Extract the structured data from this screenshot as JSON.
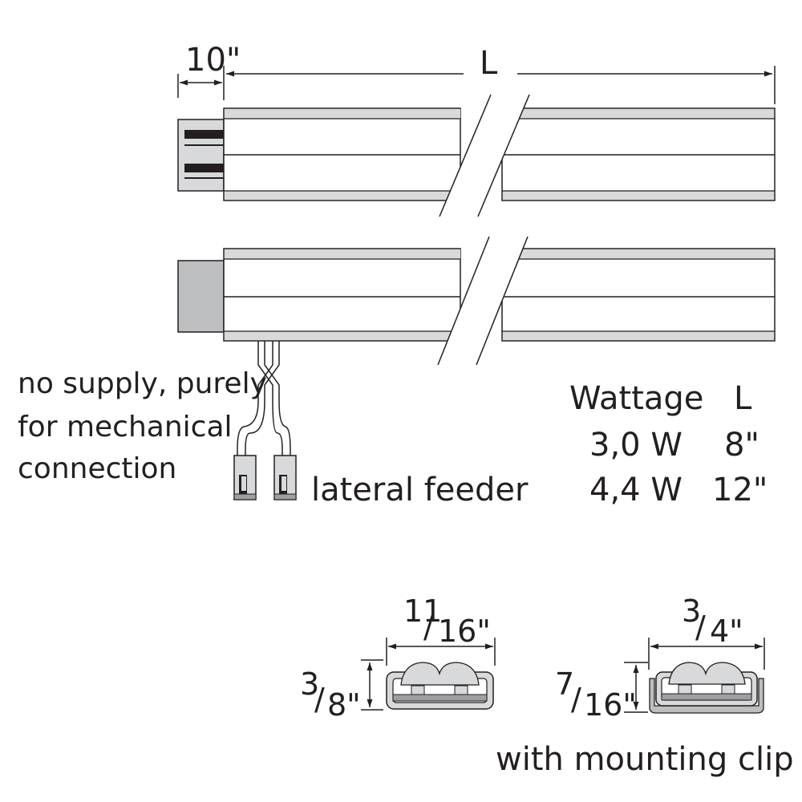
{
  "colors": {
    "line": "#231f20",
    "light_gray": "#d7d9da",
    "mid_gray": "#bcbec0",
    "dark_gray": "#9d9fa2",
    "black": "#231f20"
  },
  "top_dims": {
    "cable_length": "10\"",
    "length_symbol": "L"
  },
  "notes": {
    "supply_note": [
      "no supply, purely",
      "for mechanical",
      "connection"
    ],
    "feeder_label": "lateral feeder"
  },
  "table": {
    "headers": [
      "Wattage",
      "L"
    ],
    "rows": [
      [
        "3,0 W",
        "8\""
      ],
      [
        "4,4 W",
        "12\""
      ]
    ]
  },
  "profile_left": {
    "width_num": "11",
    "width_den": "16\"",
    "height_num": "3",
    "height_den": "8\""
  },
  "profile_right": {
    "width_num": "3",
    "width_den": "4\"",
    "height_num": "7",
    "height_den": "16\"",
    "caption": "with mounting clip"
  }
}
